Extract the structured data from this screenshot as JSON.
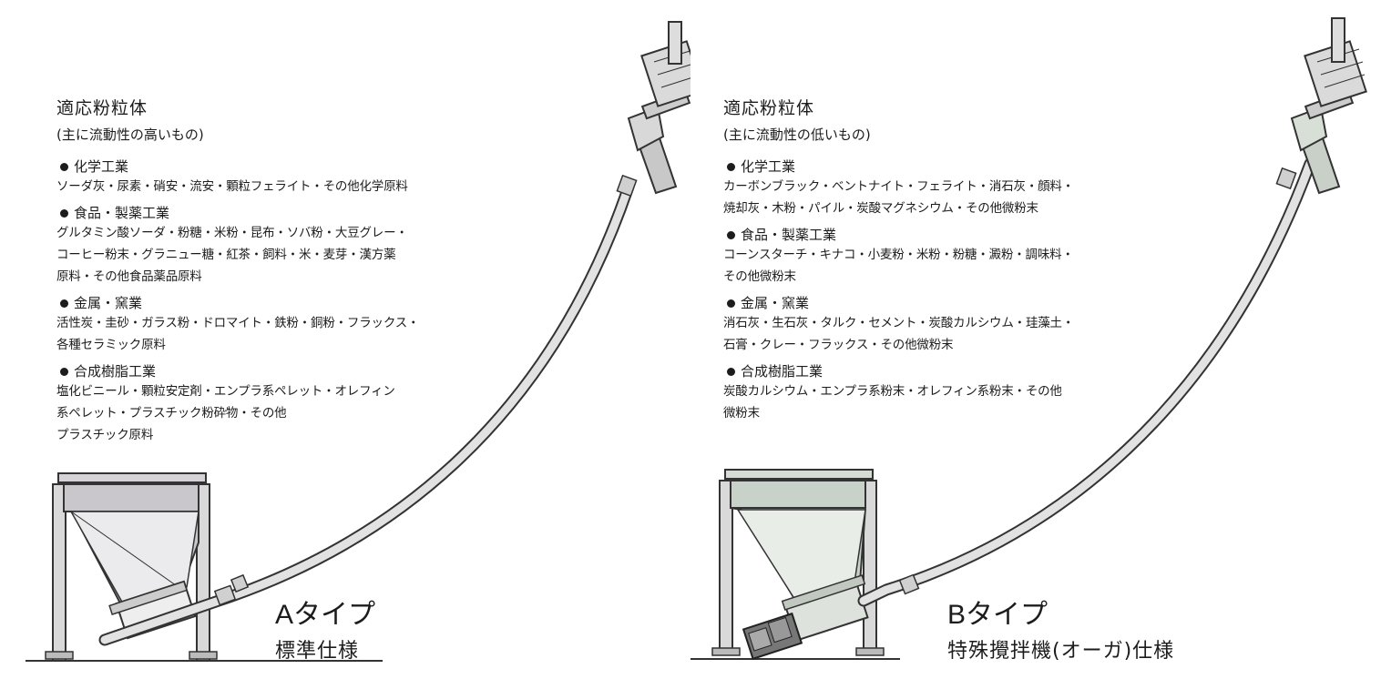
{
  "panels": [
    {
      "heading": "適応粉粒体",
      "subheading": "(主に流動性の高いもの)",
      "categories": [
        {
          "name": "化学工業",
          "lines": [
            "ソーダ灰・尿素・硝安・流安・顆粒フェライト・その他化学原料"
          ]
        },
        {
          "name": "食品・製薬工業",
          "lines": [
            "グルタミン酸ソーダ・粉糖・米粉・昆布・ソバ粉・大豆グレー・",
            "コーヒー粉末・グラニュー糖・紅茶・飼料・米・麦芽・漢方薬",
            "原料・その他食品薬品原料"
          ]
        },
        {
          "name": "金属・窯業",
          "lines": [
            "活性炭・圭砂・ガラス粉・ドロマイト・鉄粉・銅粉・フラックス・",
            "各種セラミック原料"
          ]
        },
        {
          "name": "合成樹脂工業",
          "lines": [
            "塩化ビニール・顆粒安定剤・エンプラ系ペレット・オレフィン",
            "系ペレット・プラスチック粉砕物・その他",
            "プラスチック原料"
          ]
        }
      ],
      "type_label": "Aタイプ",
      "spec_label": "標準仕様",
      "hopper_color": "#c9c6cc"
    },
    {
      "heading": "適応粉粒体",
      "subheading": "(主に流動性の低いもの)",
      "categories": [
        {
          "name": "化学工業",
          "lines": [
            "カーボンブラック・ベントナイト・フェライト・消石灰・顔料・",
            "焼却灰・木粉・パイル・炭酸マグネシウム・その他微粉末"
          ]
        },
        {
          "name": "食品・製薬工業",
          "lines": [
            "コーンスターチ・キナコ・小麦粉・米粉・粉糖・澱粉・調味料・",
            "その他微粉末"
          ]
        },
        {
          "name": "金属・窯業",
          "lines": [
            "消石灰・生石灰・タルク・セメント・炭酸カルシウム・珪藻土・",
            "石膏・クレー・フラックス・その他微粉末"
          ]
        },
        {
          "name": "合成樹脂工業",
          "lines": [
            "炭酸カルシウム・エンプラ系粉末・オレフィン系粉末・その他",
            "微粉末"
          ]
        }
      ],
      "type_label": "Bタイプ",
      "spec_label": "特殊攪拌機(オーガ)仕様",
      "hopper_color": "#c9d2c8"
    }
  ]
}
